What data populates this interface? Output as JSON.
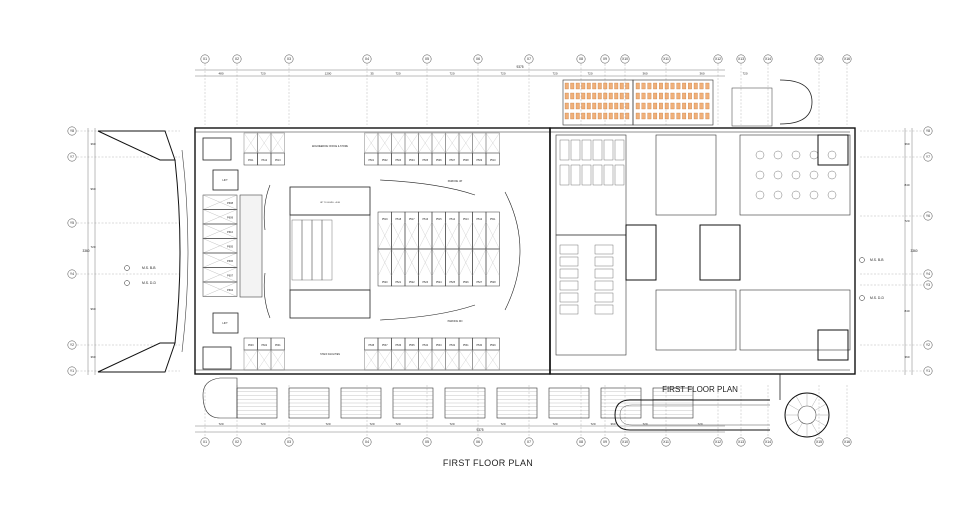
{
  "bottom_caption": "FIRST FLOOR PLAN",
  "inline_caption": "FIRST FLOOR PLAN",
  "grid_top": [
    "X1",
    "X2",
    "X3",
    "X4",
    "X5",
    "X6",
    "X7",
    "X8",
    "X9",
    "X10",
    "X11",
    "X12",
    "X13",
    "X14",
    "X15",
    "X16"
  ],
  "grid_bottom": [
    "X1",
    "X2",
    "X3",
    "X4",
    "X5",
    "X6",
    "X7",
    "X8",
    "X9",
    "X10",
    "X11",
    "X12",
    "X13",
    "X14",
    "X15",
    "X16"
  ],
  "grid_left": [
    "Y8",
    "Y7",
    "Y5",
    "Y4",
    "Y2",
    "Y1"
  ],
  "grid_right": [
    "Y8",
    "Y7",
    "Y6",
    "Y4",
    "Y3",
    "Y2",
    "Y1"
  ],
  "dims_top": [
    "480",
    "720",
    "1200",
    "35",
    "720",
    "720",
    "720",
    "720"
  ],
  "overall_dim": "9375",
  "dims_right_top": [
    "720",
    "360",
    "360",
    "720"
  ],
  "dims_bottom": [
    "720",
    "720",
    "720",
    "720",
    "720",
    "720",
    "720",
    "720",
    "720",
    "360",
    "720",
    "720"
  ],
  "dims_left": [
    "360",
    "960",
    "720",
    "960",
    "360"
  ],
  "overall_left": "3360",
  "dims_right": [
    "360",
    "840",
    "720",
    "840",
    "360"
  ],
  "overall_right": "3360",
  "parking_top": [
    "P611",
    "P612",
    "P613",
    "P501",
    "P502",
    "P503",
    "P504",
    "P505",
    "P506",
    "P507",
    "P508",
    "P509",
    "P510"
  ],
  "parking_mid_upper": [
    "P519",
    "P518",
    "P517",
    "P516",
    "P515",
    "P514",
    "P513",
    "P512",
    "P511"
  ],
  "parking_mid_lower": [
    "P520",
    "P521",
    "P522",
    "P523",
    "P524",
    "P525",
    "P526",
    "P527",
    "P528"
  ],
  "parking_bottom": [
    "P603",
    "P602",
    "P601",
    "P538",
    "P537",
    "P536",
    "P535",
    "P534",
    "P533",
    "P532",
    "P531",
    "P530",
    "P529"
  ],
  "parking_left": [
    "P608",
    "P609",
    "P610",
    "P605",
    "P606",
    "P607",
    "P604"
  ],
  "labels": {
    "parking_up": "PARKING UP",
    "parking_down": "PARKING DN",
    "ms_left_a": "M.S. B-B",
    "ms_left_b": "M.S. D-D",
    "ms_right_a": "M.S. B-B",
    "ms_right_b": "M.S. D-D",
    "ramp_text": "UP TO LEVEL +3.80",
    "engineering": "ENGINEERING OFFICE & STORE",
    "staff": "STAFF FACILITIES",
    "lift": "LIFT"
  }
}
